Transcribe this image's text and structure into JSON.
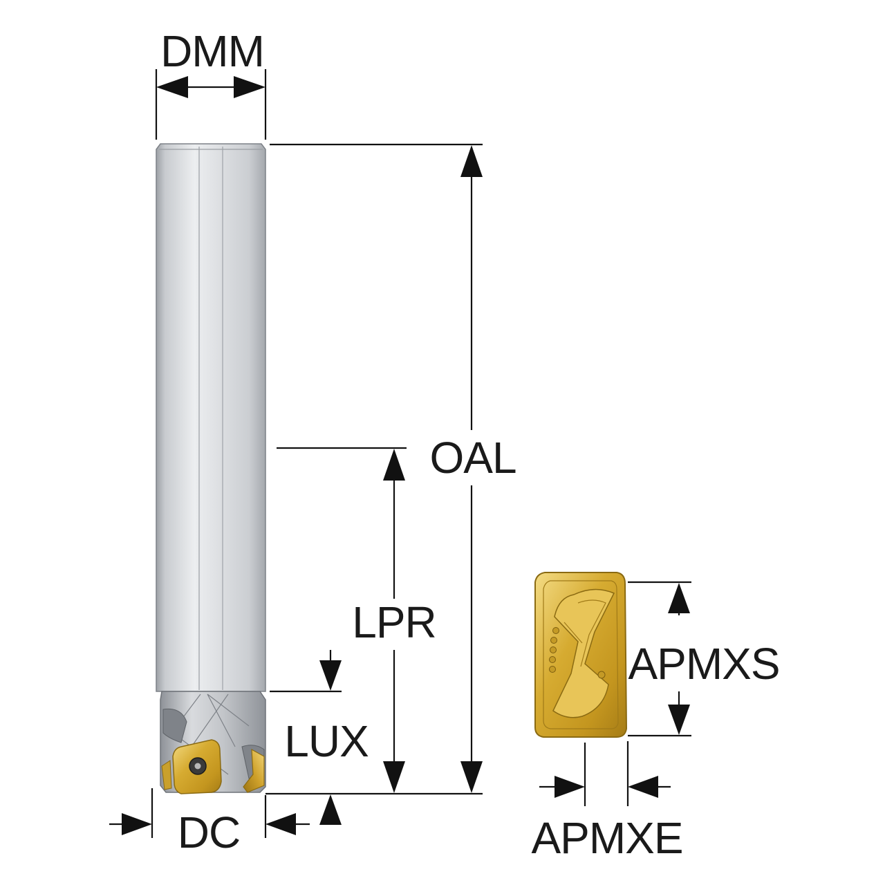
{
  "labels": {
    "dmm": "DMM",
    "oal": "OAL",
    "lpr": "LPR",
    "lux": "LUX",
    "dc": "DC",
    "apmxs": "APMXS",
    "apmxe": "APMXE"
  },
  "colors": {
    "shank_light": "#e9eaec",
    "shank_mid": "#c9ccd0",
    "shank_dark": "#8f949a",
    "insert_gold": "#d4a92c",
    "insert_light": "#f1d77a",
    "insert_dark": "#9a7414",
    "line": "#111111"
  }
}
